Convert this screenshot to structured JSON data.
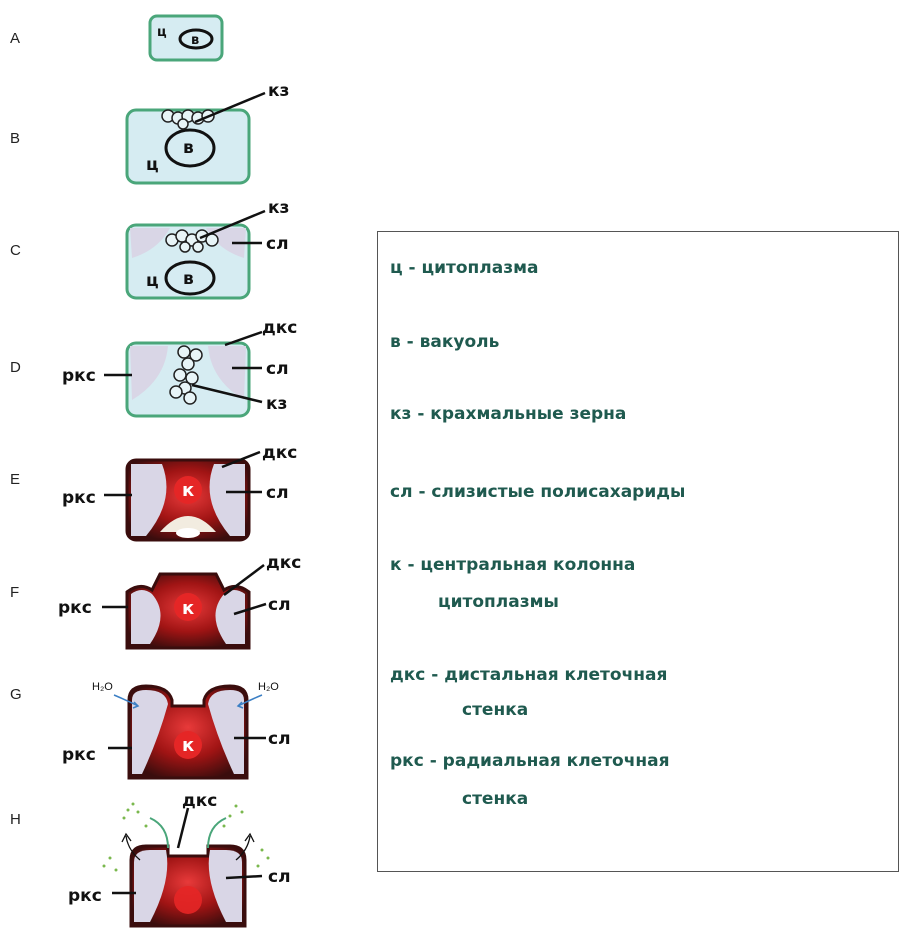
{
  "rows": [
    "A",
    "B",
    "C",
    "D",
    "E",
    "F",
    "G",
    "H"
  ],
  "labels": {
    "cytoplasm": "ц",
    "vacuole": "в",
    "starch": "кз",
    "mucilage": "сл",
    "distal_wall": "дкс",
    "radial_wall": "ркс",
    "column": "к",
    "water": "H₂O"
  },
  "legend": [
    {
      "line1": "ц - цитоплазма"
    },
    {
      "line1": "в - вакуоль"
    },
    {
      "line1": "кз - крахмальные зерна"
    },
    {
      "line1": "сл - слизистые полисахариды"
    },
    {
      "line1": "к - центральная колонна",
      "line2": "цитоплазмы"
    },
    {
      "line1": "дкс - дистальная клеточная",
      "line2": "стенка"
    },
    {
      "line1": "ркс - радиальная клеточная",
      "line2": "стенка"
    }
  ],
  "colors": {
    "cell_fill": "#d6ecf2",
    "cell_border": "#4aa67a",
    "mucilage": "#d9d6e6",
    "column": "#a01414",
    "column_dark": "#3a0d0d",
    "nucleus": "#e52626",
    "legend_text": "#1f5a4f"
  }
}
